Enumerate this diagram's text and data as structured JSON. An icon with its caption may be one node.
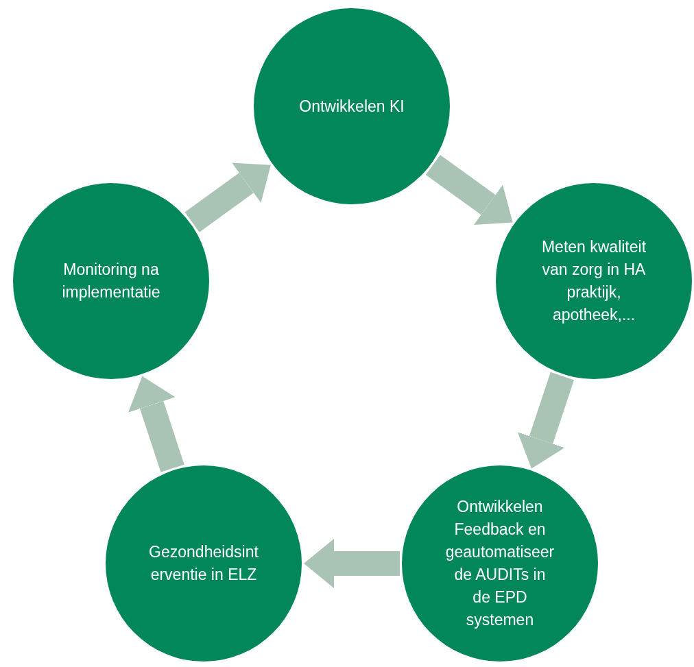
{
  "diagram": {
    "nodes": [
      {
        "text": [
          "Ontwikkelen KI"
        ]
      },
      {
        "text": [
          "Meten kwaliteit van zorg in HA praktijk, apotheek,..."
        ]
      },
      {
        "text": [
          "Ontwikkelen Feedback en geautomatiseerde AUDITs in de EPD systemen"
        ]
      },
      {
        "text": [
          "Gezondheidsinterventie in ELZ"
        ]
      },
      {
        "text": [
          "Monitoring na implementatie"
        ]
      }
    ],
    "edges": [
      {
        "from": 0,
        "to": 1,
        "arrow": "to"
      },
      {
        "from": 1,
        "to": 2,
        "arrow": "to"
      },
      {
        "from": 2,
        "to": 3,
        "arrow": "to"
      },
      {
        "from": 3,
        "to": 4,
        "arrow": "to"
      },
      {
        "from": 4,
        "to": 0,
        "arrow": "to"
      }
    ]
  }
}
